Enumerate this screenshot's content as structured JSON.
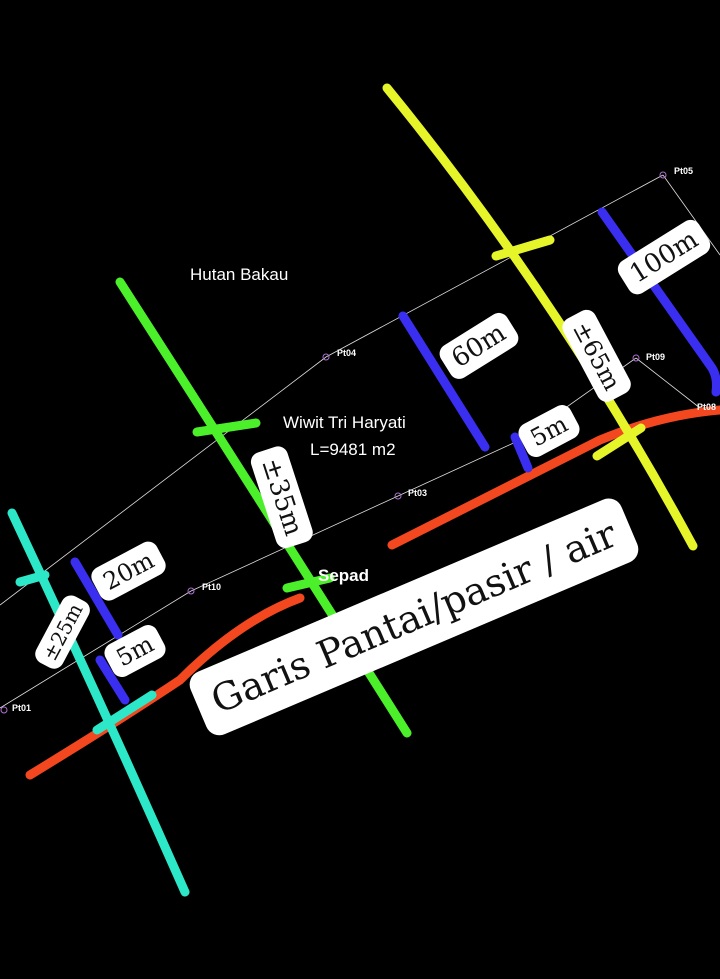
{
  "areas": {
    "forest": "Hutan Bakau",
    "owner": "Wiwit Tri Haryati",
    "area": "L=9481 m2",
    "sepadan": "Sepad"
  },
  "points": [
    "Pt01",
    "Pt10",
    "Pt03",
    "Pt04",
    "Pt05",
    "Pt09",
    "Pt08"
  ],
  "measurements": {
    "m20": "20m",
    "m25": "±25m",
    "m5a": "5m",
    "m35": "±35m",
    "m60": "60m",
    "m5b": "5m",
    "m65": "±65m",
    "m100": "100m"
  },
  "shoreline_label": "Garis Pantai/pasir / air",
  "colors": {
    "cyan": "#2de8c8",
    "blue": "#3a2ff0",
    "green": "#4cf02a",
    "yellow": "#e6f52a",
    "red": "#f2471f"
  }
}
